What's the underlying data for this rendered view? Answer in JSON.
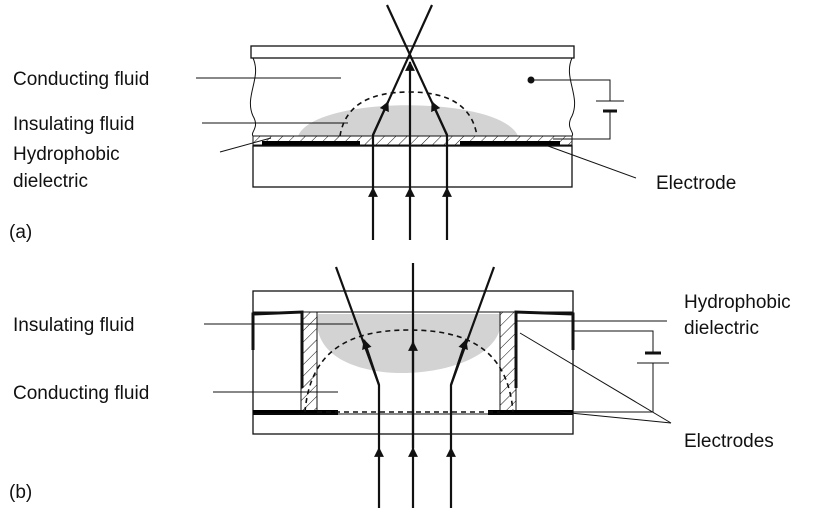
{
  "panel_a": {
    "tag": "(a)",
    "labels": {
      "conducting_fluid": "Conducting fluid",
      "insulating_fluid": "Insulating fluid",
      "hydrophobic_line1": "Hydrophobic",
      "hydrophobic_line2": "dielectric",
      "electrode": "Electrode"
    }
  },
  "panel_b": {
    "tag": "(b)",
    "labels": {
      "insulating_fluid": "Insulating fluid",
      "conducting_fluid": "Conducting fluid",
      "hydrophobic_line1": "Hydrophobic",
      "hydrophobic_line2": "dielectric",
      "electrodes": "Electrodes"
    }
  },
  "colors": {
    "droplet_fill": "#d3d3d3",
    "line": "#111111",
    "electrode": "#000000"
  }
}
